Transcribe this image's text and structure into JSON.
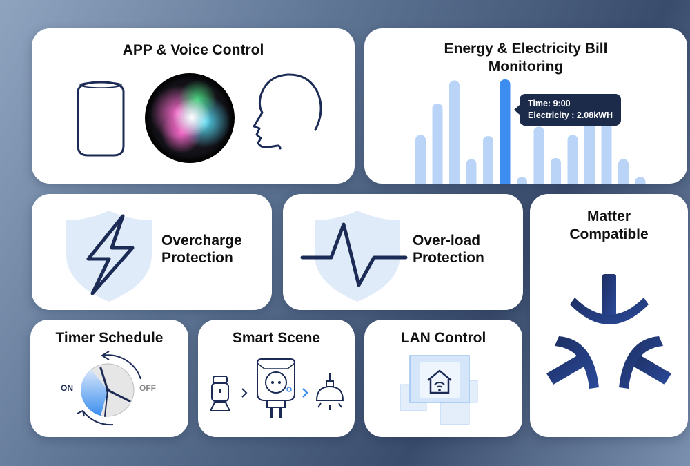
{
  "cards": {
    "voice": {
      "title": "APP & Voice Control"
    },
    "energy": {
      "title": "Energy & Electricity Bill Monitoring",
      "tooltip_time": "Time: 9:00",
      "tooltip_value": "Electricity : 2.08kWH"
    },
    "overcharge": {
      "label": "Overcharge Protection"
    },
    "overload": {
      "label": "Over-load Protection"
    },
    "matter": {
      "title": "Matter Compatible"
    },
    "timer": {
      "title": "Timer Schedule",
      "on": "ON",
      "off": "OFF"
    },
    "scene": {
      "title": "Smart Scene"
    },
    "lan": {
      "title": "LAN Control"
    }
  },
  "icons": [
    "speaker-icon",
    "siri-orb-icon",
    "head-profile-icon",
    "lightning-shield-icon",
    "pulse-shield-icon",
    "matter-logo-icon",
    "clock-icon",
    "motion-sensor-icon",
    "smart-plug-icon",
    "ceiling-lamp-icon",
    "home-wifi-icon"
  ],
  "colors": {
    "navy": "#1c2b55",
    "accent_blue": "#3d8df0",
    "light_bar": "#b9d4f7",
    "shield": "#dbe8f8"
  },
  "bar_levels": [
    0.47,
    0.77,
    0.99,
    0.24,
    0.46,
    1.0,
    0.07,
    0.55,
    0.25,
    0.47,
    0.72,
    0.72,
    0.24,
    0.07
  ],
  "highlight_index": 5
}
